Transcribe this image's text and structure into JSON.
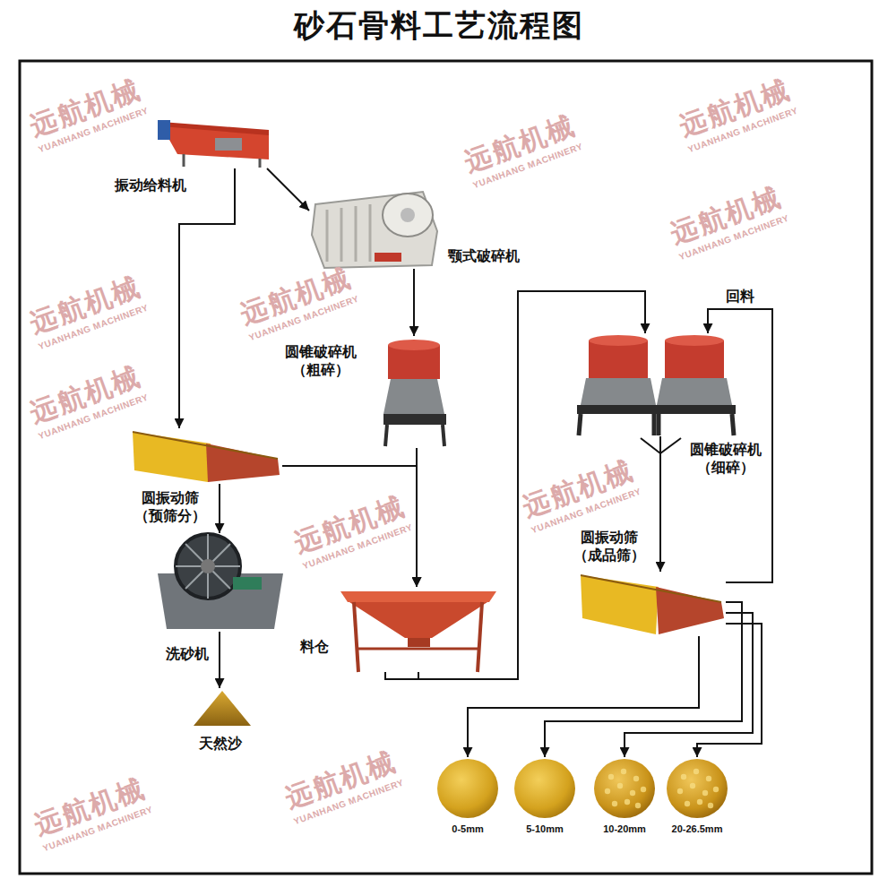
{
  "diagram": {
    "title": "砂石骨料工艺流程图",
    "nodes": [
      {
        "text": [
          "振动给料机"
        ]
      },
      {
        "text": [
          "颚式破碎机"
        ]
      },
      {
        "text": [
          "圆锥破碎机 （粗碎）"
        ]
      },
      {
        "text": [
          "圆振动筛 （预筛分）"
        ]
      },
      {
        "text": [
          "洗砂机"
        ]
      },
      {
        "text": [
          "天然沙"
        ]
      },
      {
        "text": [
          "料仓"
        ]
      },
      {
        "text": [
          "圆锥破碎机 （细碎）"
        ]
      },
      {
        "text": [
          "圆振动筛 （成品筛）"
        ]
      },
      {
        "text": [
          "0-5mm"
        ]
      },
      {
        "text": [
          "5-10mm"
        ]
      },
      {
        "text": [
          "10-20mm"
        ]
      },
      {
        "text": [
          "20-26.5mm"
        ]
      }
    ],
    "edges": [
      {
        "from": 0,
        "to": 1,
        "arrow": "to"
      },
      {
        "from": 0,
        "to": 3,
        "arrow": "to"
      },
      {
        "from": 1,
        "to": 2,
        "arrow": "to"
      },
      {
        "from": 2,
        "to": 6,
        "arrow": "to"
      },
      {
        "from": 3,
        "to": 6,
        "arrow": "to"
      },
      {
        "from": 3,
        "to": 4,
        "arrow": "to"
      },
      {
        "from": 4,
        "to": 5,
        "arrow": "to"
      },
      {
        "from": 6,
        "to": 7,
        "arrow": "to"
      },
      {
        "from": 7,
        "to": 8,
        "arrow": "to"
      },
      {
        "from": 8,
        "to": 9,
        "arrow": "to"
      },
      {
        "from": 8,
        "to": 10,
        "arrow": "to"
      },
      {
        "from": 8,
        "to": 11,
        "arrow": "to"
      },
      {
        "from": 8,
        "to": 12,
        "arrow": "to"
      },
      {
        "from": 8,
        "to": 7,
        "label": "回料",
        "arrow": "to"
      }
    ],
    "labels": [
      "远航机械",
      "YUANHANG MACHINERY",
      "远航机械",
      "YUANHANG MACHINERY",
      "远航机械",
      "YUANHANG MACHINERY",
      "远航机械",
      "YUANHANG MACHINERY",
      "远航机械",
      "YUANHANG MACHINERY",
      "远航机械",
      "YUANHANG MACHINERY",
      "远航机械",
      "YUANHANG MACHINERY",
      "远航机械",
      "YUANHANG MACHINERY",
      "远航机械",
      "YUANHANG MACHINERY",
      "远航机械",
      "YUANHANG MACHINERY",
      "远航机械",
      "YUANHANG MACHINERY"
    ]
  }
}
